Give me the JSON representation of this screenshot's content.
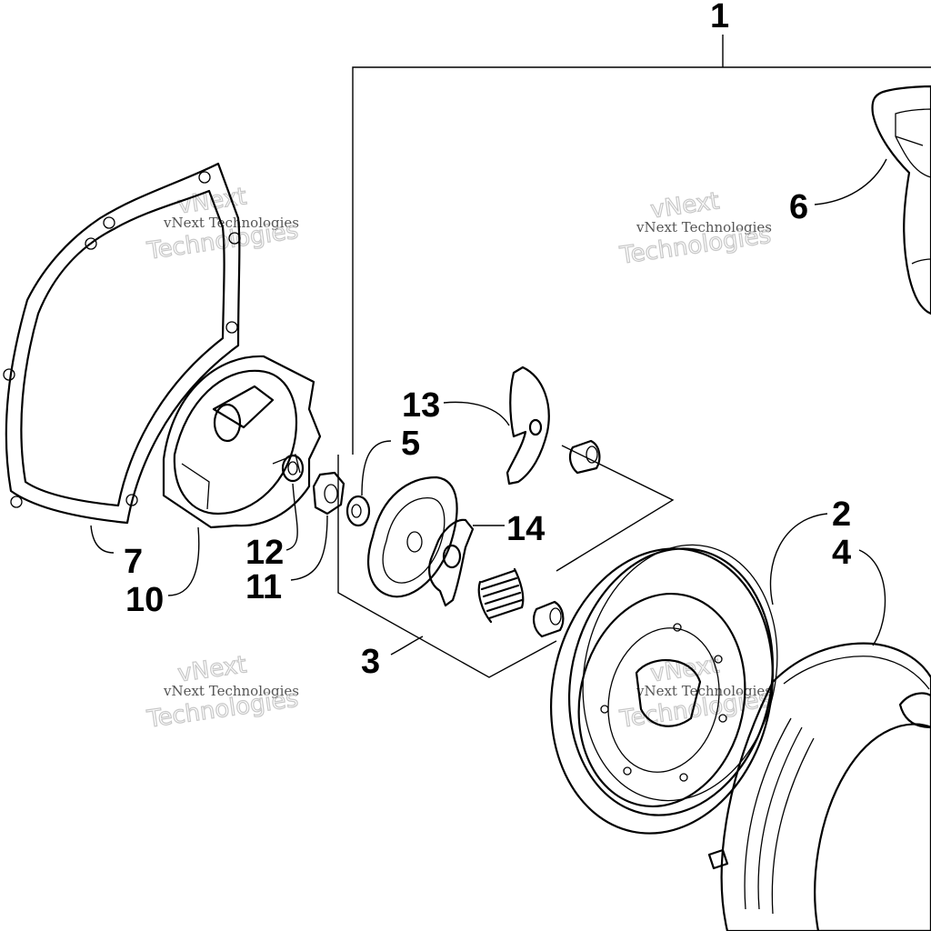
{
  "callouts": [
    {
      "id": "c1",
      "text": "1"
    },
    {
      "id": "c2",
      "text": "2"
    },
    {
      "id": "c3",
      "text": "3"
    },
    {
      "id": "c4",
      "text": "4"
    },
    {
      "id": "c5",
      "text": "5"
    },
    {
      "id": "c6",
      "text": "6"
    },
    {
      "id": "c7",
      "text": "7"
    },
    {
      "id": "c10",
      "text": "10"
    },
    {
      "id": "c11",
      "text": "11"
    },
    {
      "id": "c12",
      "text": "12"
    },
    {
      "id": "c13",
      "text": "13"
    },
    {
      "id": "c14",
      "text": "14"
    }
  ],
  "watermark": {
    "small": "vNext Technologies",
    "big_top": "vNext",
    "big_bottom": "Technologies"
  }
}
